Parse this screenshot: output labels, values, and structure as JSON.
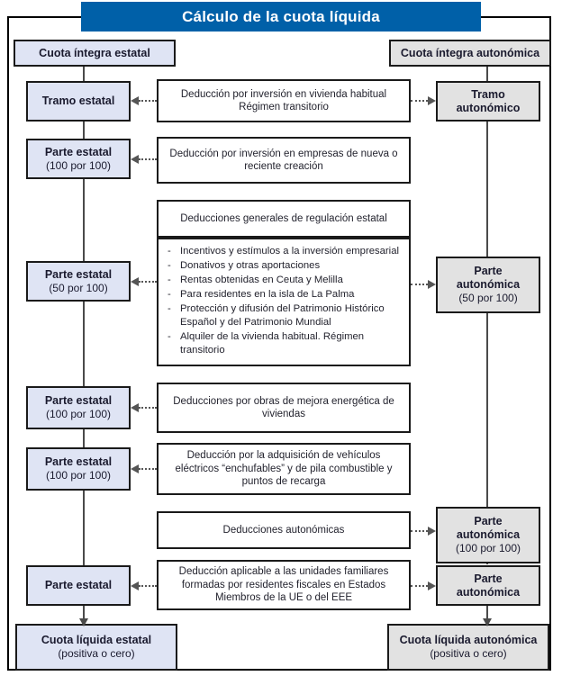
{
  "title": "Cálculo de la cuota líquida",
  "left_column": {
    "header": {
      "line1": "Cuota íntegra estatal"
    },
    "tramo": {
      "line1": "Tramo estatal"
    },
    "parte_100_a": {
      "line1": "Parte estatal",
      "line2": "(100 por 100)"
    },
    "parte_50": {
      "line1": "Parte estatal",
      "line2": "(50 por 100)"
    },
    "parte_100_b": {
      "line1": "Parte estatal",
      "line2": "(100 por 100)"
    },
    "parte_100_c": {
      "line1": "Parte estatal",
      "line2": "(100 por 100)"
    },
    "parte_final": {
      "line1": "Parte estatal"
    },
    "cuota_liquida": {
      "line1": "Cuota líquida estatal",
      "line2": "(positiva o cero)"
    }
  },
  "right_column": {
    "header": {
      "line1": "Cuota íntegra autonómica"
    },
    "tramo": {
      "line1": "Tramo",
      "line2": "autonómico"
    },
    "parte_50": {
      "line1": "Parte",
      "line2": "autonómica",
      "line3": "(50 por 100)"
    },
    "parte_100": {
      "line1": "Parte",
      "line2": "autonómica",
      "line3": "(100 por 100)"
    },
    "parte_final": {
      "line1": "Parte",
      "line2": "autonómica"
    },
    "cuota_liquida": {
      "line1": "Cuota líquida autonómica",
      "line2": "(positiva o cero)"
    }
  },
  "center_boxes": {
    "vivienda_habitual": {
      "lines": [
        "Deducción por inversión en vivienda habitual",
        "Régimen transitorio"
      ]
    },
    "empresas_nuevas": {
      "lines": [
        "Deducción por inversión en empresas de nueva o",
        "reciente creación"
      ]
    },
    "generales_header": {
      "lines": [
        "Deducciones generales de regulación estatal"
      ]
    },
    "generales_items": [
      "Incentivos y estímulos a la inversión empresarial",
      "Donativos y otras aportaciones",
      "Rentas obtenidas en Ceuta y Melilla",
      "Para residentes en la isla de La Palma",
      "Protección y difusión del Patrimonio Histórico Español y del Patrimonio Mundial",
      "Alquiler de la vivienda habitual. Régimen transitorio"
    ],
    "obras_mejora": {
      "lines": [
        "Deducciones por obras de mejora energética de",
        "viviendas"
      ]
    },
    "vehiculos": {
      "lines": [
        "Deducción por la adquisición de vehículos",
        "eléctricos “enchufables” y de pila combustible y",
        "puntos de recarga"
      ]
    },
    "autonomicas": {
      "lines": [
        "Deducciones autonómicas"
      ]
    },
    "unidades_familiares": {
      "lines": [
        "Deducción aplicable a las unidades familiares",
        "formadas por residentes fiscales en Estados",
        "Miembros de la UE o del EEE"
      ]
    }
  },
  "colors": {
    "title_bar": "#0060a8",
    "state_fill": "#dfe4f4",
    "regional_fill": "#e2e2e2",
    "border": "#1a1a1a",
    "connector": "#4a4a4a"
  },
  "bullet_marker": "-"
}
